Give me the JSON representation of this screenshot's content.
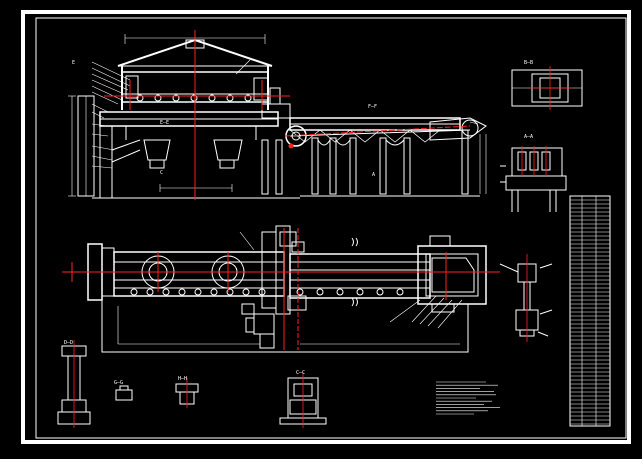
{
  "drawing": {
    "view_labels": {
      "section_a_a": "A—A",
      "section_b_b": "B—B",
      "section_c_c": "C—C",
      "section_d_d": "D—D",
      "section_e_e": "E—E",
      "section_f_f": "F—F",
      "section_g_g": "G—G",
      "section_h_h": "H—H",
      "ref_e": "E",
      "ref_c": "C",
      "ref_a": "A"
    },
    "colors": {
      "background": "#000000",
      "linework": "#ffffff",
      "centerline": "#ff2020",
      "frame": "#ffffff"
    }
  }
}
